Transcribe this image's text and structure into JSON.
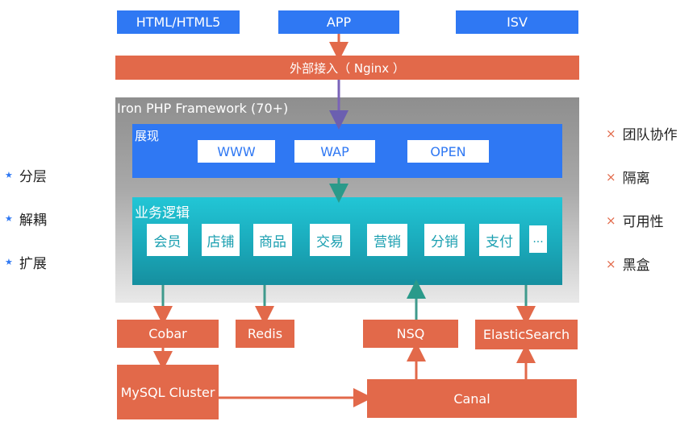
{
  "top": {
    "html5": "HTML/HTML5",
    "app": "APP",
    "isv": "ISV"
  },
  "gateway": "外部接入（ Nginx ）",
  "framework": {
    "title": "Iron PHP Framework (70+)",
    "presentation": {
      "label": "展现",
      "items": [
        "WWW",
        "WAP",
        "OPEN"
      ]
    },
    "business": {
      "label": "业务逻辑",
      "items": [
        "会员",
        "店铺",
        "商品",
        "交易",
        "营销",
        "分销",
        "支付",
        "..."
      ]
    }
  },
  "storage": {
    "cobar": "Cobar",
    "redis": "Redis",
    "nsq": "NSQ",
    "es": "ElasticSearch",
    "mysql": "MySQL Cluster",
    "canal": "Canal"
  },
  "left_list": {
    "icon": "star-icon",
    "items": [
      "分层",
      "解耦",
      "扩展"
    ]
  },
  "right_list": {
    "icon": "cross-icon",
    "items": [
      "团队协作",
      "隔离",
      "可用性",
      "黑盒"
    ]
  },
  "colors": {
    "blue": "#2f78f3",
    "orange": "#e2694a",
    "teal": "#1fb8c8",
    "gray": "#9a9a9a"
  }
}
